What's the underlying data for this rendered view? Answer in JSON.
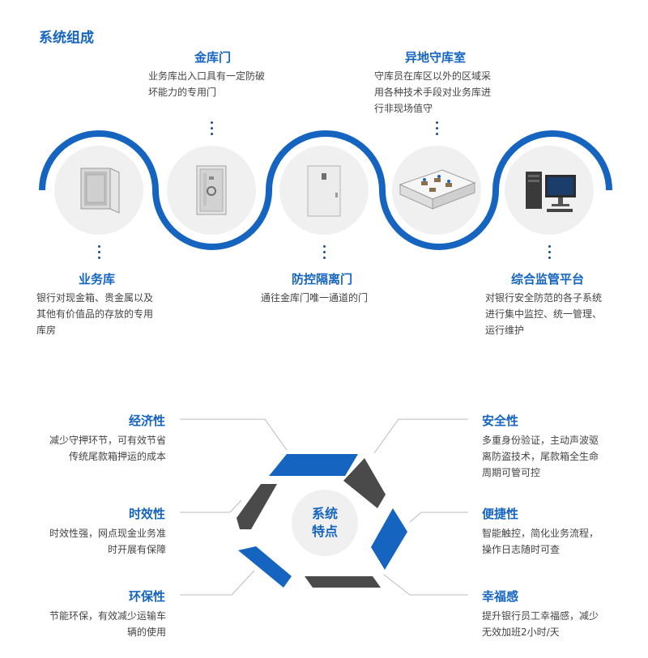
{
  "section_title": "系统组成",
  "components": {
    "vault_door": {
      "title": "金库门",
      "desc": [
        "业务库出入口具有一定防破",
        "坏能力的专用门"
      ]
    },
    "remote_guard": {
      "title": "异地守库室",
      "desc": [
        "守库员在库区以外的区域采",
        "用各种技术手段对业务库进",
        "行非现场值守"
      ]
    },
    "business_vault": {
      "title": "业务库",
      "desc": [
        "银行对现金箱、贵金属以及",
        "其他有价值品的存放的专用",
        "库房"
      ]
    },
    "isolation_door": {
      "title": "防控隔离门",
      "desc": [
        "通往金库门唯一通道的门"
      ]
    },
    "monitor_platform": {
      "title": "综合监管平台",
      "desc": [
        "对银行安全防范的各子系统",
        "进行集中监控、统一管理、",
        "运行维护"
      ]
    }
  },
  "center": {
    "line1": "系统",
    "line2": "特点"
  },
  "features": {
    "economy": {
      "title": "经济性",
      "desc": [
        "减少守押环节，可有效节省",
        "传统尾款箱押运的成本"
      ]
    },
    "timeliness": {
      "title": "时效性",
      "desc": [
        "时效性强，网点现金业务准",
        "时开展有保障"
      ]
    },
    "eco": {
      "title": "环保性",
      "desc": [
        "节能环保，有效减少运输车",
        "辆的使用"
      ]
    },
    "safety": {
      "title": "安全性",
      "desc": [
        "多重身份验证，主动声波驱",
        "离防盗技术，尾款箱全生命",
        "周期可管可控"
      ]
    },
    "convenience": {
      "title": "便捷性",
      "desc": [
        "智能触控，简化业务流程，",
        "操作日志随时可查"
      ]
    },
    "happiness": {
      "title": "幸福感",
      "desc": [
        "提升银行员工幸福感，减少",
        "无效加班2小时/天"
      ]
    }
  },
  "colors": {
    "accent": "#1565c0",
    "dark": "#4a4a4a",
    "circle_bg": "#f0f0f0"
  }
}
